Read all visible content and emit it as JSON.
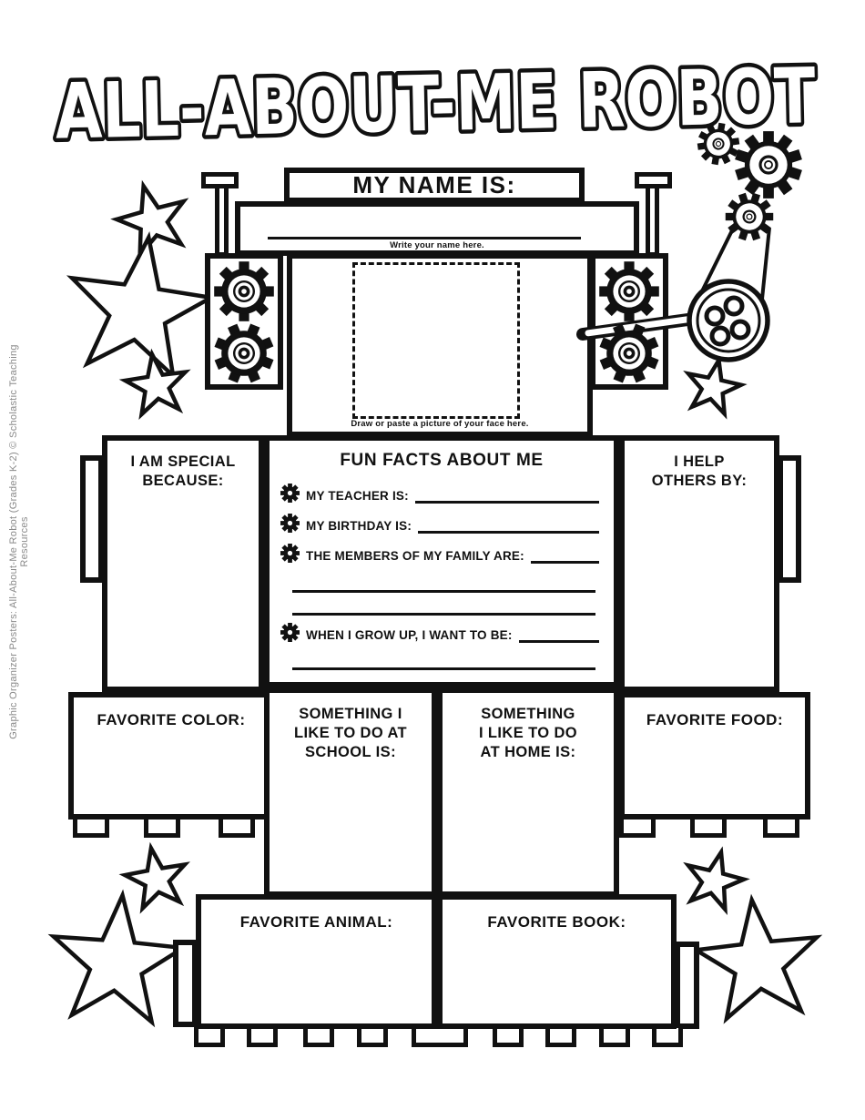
{
  "title": "ALL-ABOUT-ME ROBOT",
  "credit": "Graphic Organizer Posters: All-About-Me Robot (Grades K-2) © Scholastic Teaching Resources",
  "head": {
    "banner": "MY NAME IS:",
    "name_hint": "Write your name here.",
    "photo_hint": "Draw or paste a picture of your face here."
  },
  "arms": {
    "special_lines": [
      "I AM SPECIAL",
      "BECAUSE:"
    ],
    "help_lines": [
      "I HELP",
      "OTHERS BY:"
    ]
  },
  "fun_facts": {
    "title": "FUN FACTS ABOUT ME",
    "teacher": "MY TEACHER IS:",
    "birthday": "MY BIRTHDAY IS:",
    "family": "THE MEMBERS OF MY FAMILY ARE:",
    "grow_up": "WHEN I GROW UP, I WANT TO BE:"
  },
  "lower": {
    "favorite_color": "FAVORITE COLOR:",
    "school_lines": [
      "SOMETHING I",
      "LIKE TO DO AT",
      "SCHOOL IS:"
    ],
    "home_lines": [
      "SOMETHING",
      "I LIKE TO DO",
      "AT HOME IS:"
    ],
    "favorite_food": "FAVORITE FOOD:"
  },
  "feet": {
    "favorite_animal": "FAVORITE ANIMAL:",
    "favorite_book": "FAVORITE BOOK:"
  },
  "colors": {
    "ink": "#111111",
    "paper": "#ffffff",
    "credit": "#8a8a8a"
  }
}
